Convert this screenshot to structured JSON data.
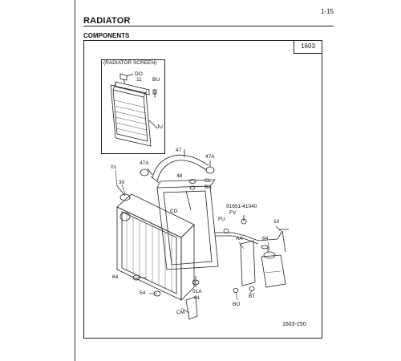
{
  "header": {
    "page_number": "1-15",
    "title": "RADIATOR",
    "subtitle": "COMPONENTS",
    "figure_code": "1603",
    "diagram_code": "1603-250"
  },
  "inset": {
    "title": "(RADIATOR SCREEN)"
  },
  "callouts": {
    "do_top": "DO",
    "n11": "11",
    "bu": "BU",
    "ju": "JU",
    "n47": "47",
    "n47a_left": "47A",
    "n47a_right": "47A",
    "n01": "01",
    "n30": "30",
    "n48": "48",
    "cl": "CL",
    "ba": "BA",
    "part_number": "91651-41040",
    "fv": "FV",
    "fu": "FU",
    "cd": "CD",
    "n10": "10",
    "aa": "AA",
    "n64_right": "64",
    "n64_left": "64",
    "n54": "54",
    "n01a": "01A",
    "n01b": "01",
    "cm": "CM",
    "bo": "BO",
    "bt": "BT"
  }
}
